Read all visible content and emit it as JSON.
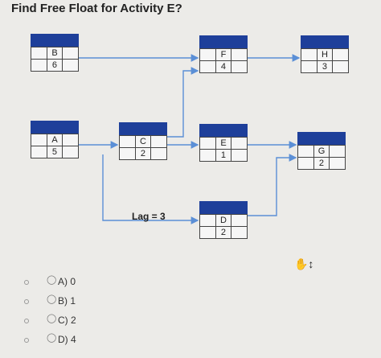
{
  "question": "Find Free Float for Activity E?",
  "nodes": {
    "b": {
      "name": "B",
      "duration": "6"
    },
    "f": {
      "name": "F",
      "duration": "4"
    },
    "h": {
      "name": "H",
      "duration": "3"
    },
    "a": {
      "name": "A",
      "duration": "5"
    },
    "c": {
      "name": "C",
      "duration": "2"
    },
    "e": {
      "name": "E",
      "duration": "1"
    },
    "g": {
      "name": "G",
      "duration": "2"
    },
    "d": {
      "name": "D",
      "duration": "2"
    }
  },
  "lag_label": "Lag = 3",
  "options": [
    "A) 0",
    "B) 1",
    "C) 2",
    "D) 4"
  ],
  "colors": {
    "node_header": "#1e3f9a",
    "arrow": "#5b8fd6",
    "background": "#ecebe8"
  },
  "icons": {
    "cursor": "hand-cursor-icon"
  }
}
